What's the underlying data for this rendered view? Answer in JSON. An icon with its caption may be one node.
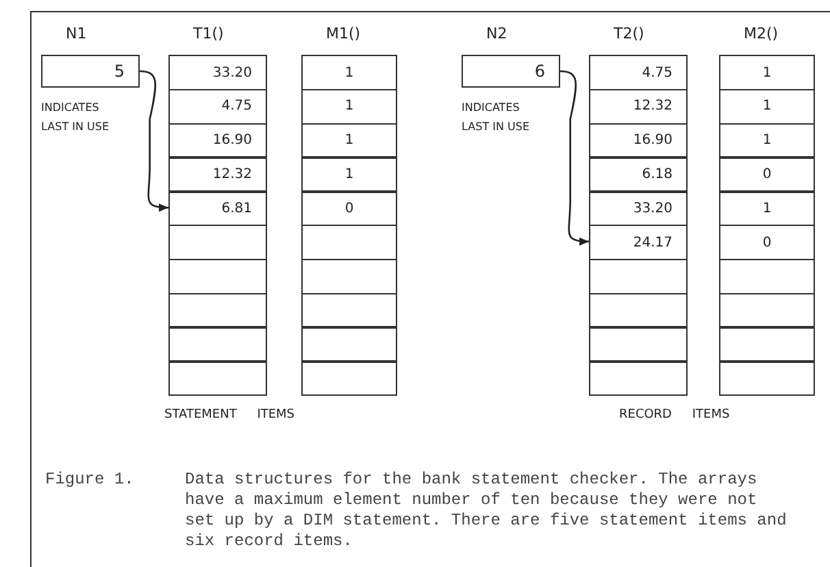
{
  "diagram": {
    "caption": "Data structures for the bank statement checker. The arrays have a maximum element number of ten because they were not set up by a DIM statement. There are five statement items and six record items.",
    "nodes": [
      {
        "text": [
          "N1",
          "5"
        ],
        "beside": [
          "INDICATES LAST IN USE"
        ]
      },
      {
        "text": [
          "T1()"
        ]
      },
      {
        "text": [
          "33.20"
        ],
        "in": 1
      },
      {
        "text": [
          "4.75"
        ],
        "in": 1
      },
      {
        "text": [
          "16.90"
        ],
        "in": 1
      },
      {
        "text": [
          "12.32"
        ],
        "in": 1
      },
      {
        "text": [
          "6.81"
        ],
        "in": 1
      },
      {
        "text": [],
        "shape": "box",
        "in": 1
      },
      {
        "text": [],
        "shape": "box",
        "in": 1
      },
      {
        "text": [],
        "shape": "box",
        "in": 1
      },
      {
        "text": [],
        "shape": "box",
        "in": 1
      },
      {
        "text": [],
        "shape": "box",
        "in": 1
      },
      {
        "text": [
          "M1()"
        ]
      },
      {
        "text": [
          "1"
        ],
        "in": 12
      },
      {
        "text": [
          "1"
        ],
        "in": 12
      },
      {
        "text": [
          "1"
        ],
        "in": 12
      },
      {
        "text": [
          "1"
        ],
        "in": 12
      },
      {
        "text": [
          "0"
        ],
        "in": 12
      },
      {
        "text": [],
        "shape": "box",
        "in": 12
      },
      {
        "text": [],
        "shape": "box",
        "in": 12
      },
      {
        "text": [],
        "shape": "box",
        "in": 12
      },
      {
        "text": [],
        "shape": "box",
        "in": 12
      },
      {
        "text": [],
        "shape": "box",
        "in": 12
      },
      {
        "text": [
          "N2",
          "6"
        ],
        "beside": [
          "INDICATES LAST IN USE"
        ]
      },
      {
        "text": [
          "T2()"
        ]
      },
      {
        "text": [
          "4.75"
        ],
        "in": 24
      },
      {
        "text": [
          "12.32"
        ],
        "in": 24
      },
      {
        "text": [
          "16.90"
        ],
        "in": 24
      },
      {
        "text": [
          "6.18"
        ],
        "in": 24
      },
      {
        "text": [
          "33.20"
        ],
        "in": 24
      },
      {
        "text": [
          "24.17"
        ],
        "in": 24
      },
      {
        "text": [],
        "shape": "box",
        "in": 24
      },
      {
        "text": [],
        "shape": "box",
        "in": 24
      },
      {
        "text": [],
        "shape": "box",
        "in": 24
      },
      {
        "text": [],
        "shape": "box",
        "in": 24
      },
      {
        "text": [
          "M2()"
        ]
      },
      {
        "text": [
          "1"
        ],
        "in": 35
      },
      {
        "text": [
          "1"
        ],
        "in": 35
      },
      {
        "text": [
          "1"
        ],
        "in": 35
      },
      {
        "text": [
          "0"
        ],
        "in": 35
      },
      {
        "text": [
          "1"
        ],
        "in": 35
      },
      {
        "text": [
          "0"
        ],
        "in": 35
      },
      {
        "text": [],
        "shape": "box",
        "in": 35
      },
      {
        "text": [],
        "shape": "box",
        "in": 35
      },
      {
        "text": [],
        "shape": "box",
        "in": 35
      },
      {
        "text": [],
        "shape": "box",
        "in": 35
      }
    ],
    "edges": [
      {
        "from": 0,
        "to": 6,
        "arrow": "to"
      },
      {
        "from": 23,
        "to": 30,
        "arrow": "to"
      }
    ],
    "labels": [
      "STATEMENT ITEMS",
      "RECORD ITEMS",
      "Figure 1."
    ]
  }
}
